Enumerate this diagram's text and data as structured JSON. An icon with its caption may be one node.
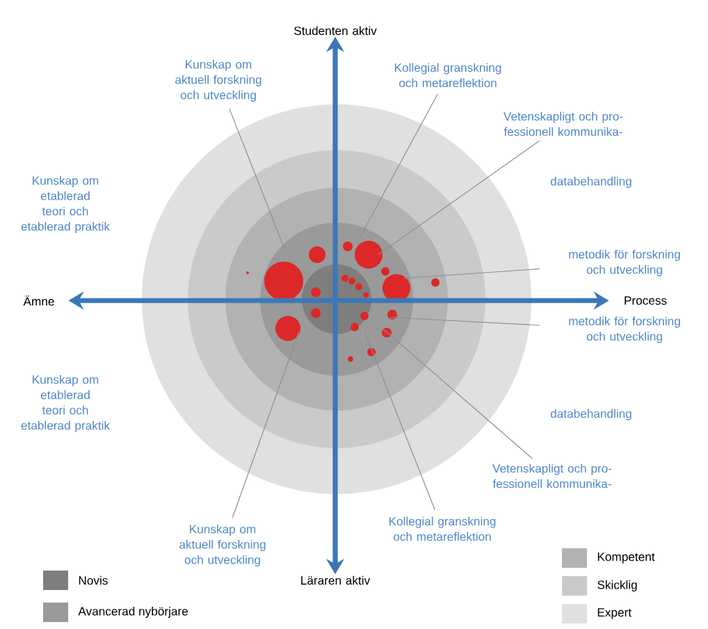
{
  "diagram": {
    "nodes": [
      {
        "text": [
          "Studenten aktiv"
        ]
      },
      {
        "text": [
          "Ämne"
        ]
      },
      {
        "text": [
          "Process"
        ]
      },
      {
        "text": [
          "Läraren aktiv"
        ]
      },
      {
        "text": [
          "Kunskap om aktuell forskning och utveckling"
        ]
      },
      {
        "text": [
          "Kollegial granskning och metareflektion"
        ]
      },
      {
        "text": [
          "Vetenskapligt och pro- fessionell kommunika-"
        ]
      },
      {
        "text": [
          "databehandling"
        ]
      },
      {
        "text": [
          "metodik för forskning och utveckling"
        ]
      },
      {
        "text": [
          "Kunskap om etablerad teori och etablerad praktik"
        ]
      },
      {
        "text": [
          "Kunskap om etablerad teori och etablerad praktik"
        ]
      },
      {
        "text": [
          "metodik för forskning och utveckling"
        ]
      },
      {
        "text": [
          "databehandling"
        ]
      },
      {
        "text": [
          "Vetenskapligt och pro- fessionell kommunika-"
        ]
      },
      {
        "text": [
          "Kollegial granskning och metareflektion"
        ]
      },
      {
        "text": [
          "Kunskap om aktuell forskning och utveckling"
        ]
      }
    ],
    "edges": [
      {
        "from": 0,
        "to": 3,
        "arrow": "both",
        "style": "thick",
        "color": "#3b78b6"
      },
      {
        "from": 1,
        "to": 2,
        "arrow": "both",
        "style": "thick",
        "color": "#3b78b6"
      },
      {
        "from": 4,
        "to": null,
        "arrow": "none"
      },
      {
        "from": 5,
        "to": null,
        "arrow": "none"
      },
      {
        "from": 6,
        "to": null,
        "arrow": "none"
      },
      {
        "from": 8,
        "to": null,
        "arrow": "none"
      },
      {
        "from": 11,
        "to": null,
        "arrow": "none"
      },
      {
        "from": 13,
        "to": null,
        "arrow": "none"
      },
      {
        "from": 14,
        "to": null,
        "arrow": "none"
      },
      {
        "from": 15,
        "to": null,
        "arrow": "none"
      }
    ],
    "legend": [
      {
        "text": "Novis",
        "color": "#7e7e7e"
      },
      {
        "text": "Avancerad  nybörjare",
        "color": "#9a9a9a"
      },
      {
        "text": "Kompetent",
        "color": "#b2b2b2"
      },
      {
        "text": "Skicklig",
        "color": "#cacaca"
      },
      {
        "text": "Expert",
        "color": "#e0e0e0"
      }
    ]
  }
}
